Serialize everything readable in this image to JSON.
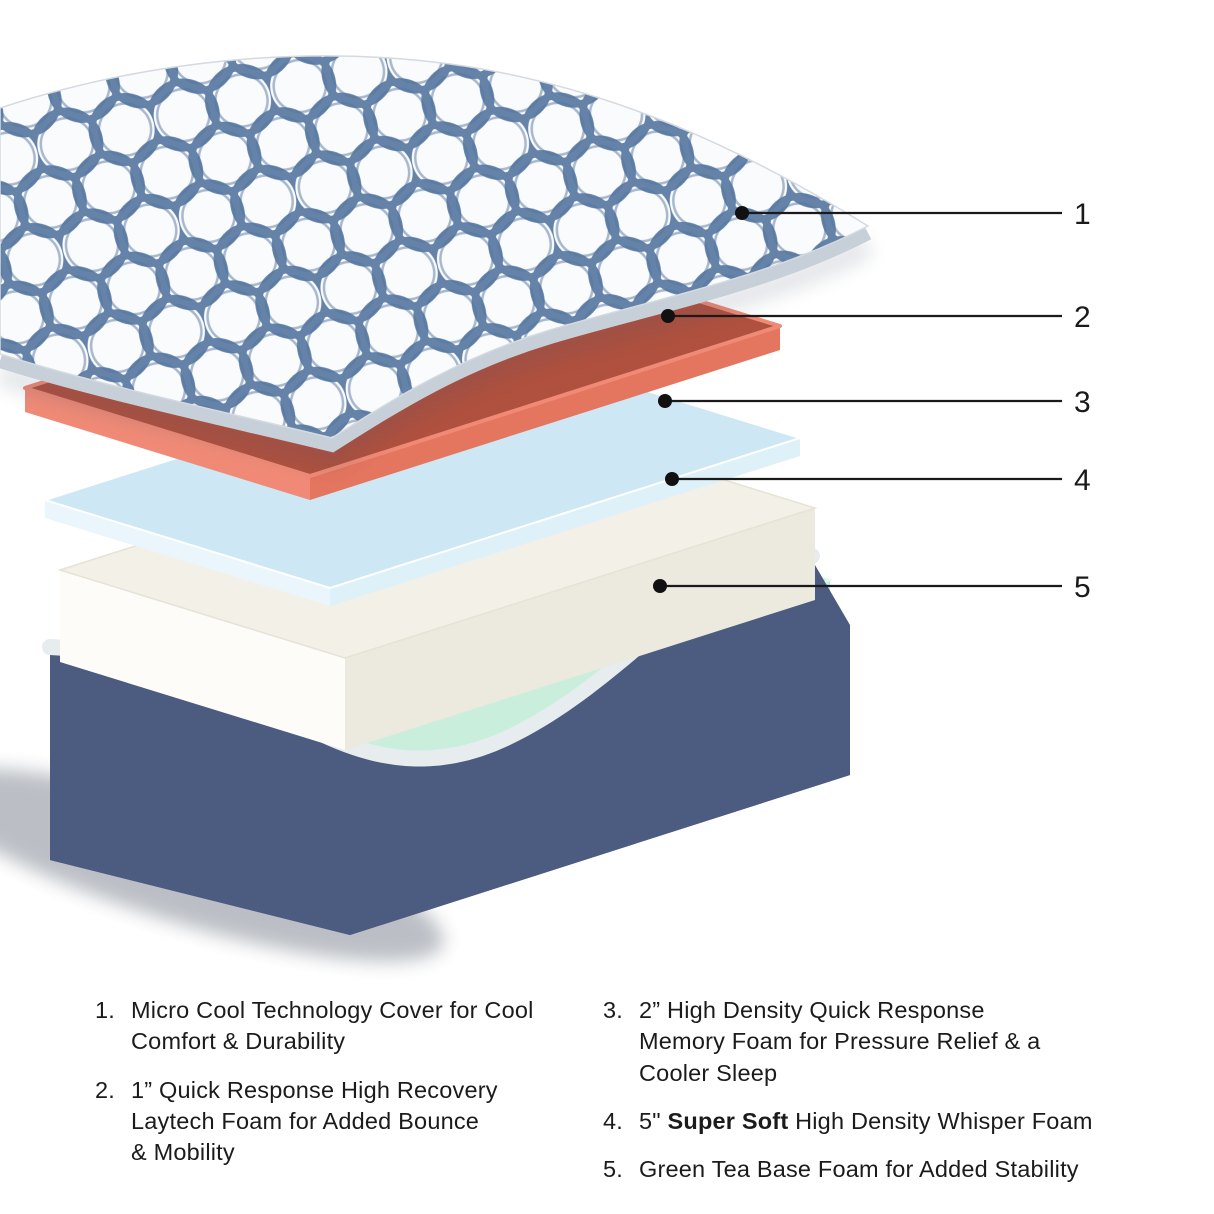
{
  "illustration": {
    "callouts": [
      {
        "number": "1"
      },
      {
        "number": "2"
      },
      {
        "number": "3"
      },
      {
        "number": "4"
      },
      {
        "number": "5"
      }
    ],
    "layers": {
      "cover": {
        "bg": "#fafbfc",
        "pattern_stroke": "#54759f",
        "edge": "#c7d0d8"
      },
      "layer2": {
        "top": "#b0503e",
        "side_left": "#f08a77",
        "side_right": "#e4755f",
        "rim": "#ee8a76"
      },
      "layer3": {
        "top": "#cde7f4",
        "side_left": "#eaf6fb",
        "side_right": "#def0f8"
      },
      "layer4": {
        "top": "#f3f0e8",
        "side_left": "#fdfcf9",
        "side_right": "#ece9de"
      },
      "layer5": {
        "top": "#b7e8cd",
        "side_left": "#d7f4e4",
        "side_right": "#c9efdc"
      },
      "base": {
        "top": "#5a6a8d",
        "body": "#3a4866",
        "front": "#4c5b80",
        "rim": "#e7ecef"
      }
    }
  },
  "legend": {
    "left": [
      {
        "num": "1.",
        "lines": [
          "Micro Cool Technology Cover for Cool",
          "Comfort & Durability"
        ]
      },
      {
        "num": "2.",
        "lines": [
          "1” Quick Response High Recovery",
          "Laytech Foam for Added Bounce",
          "& Mobility"
        ]
      }
    ],
    "right": [
      {
        "num": "3.",
        "lines": [
          "2” High Density Quick Response",
          "Memory Foam for Pressure Relief & a",
          "Cooler Sleep"
        ]
      },
      {
        "num": "4.",
        "prefix": "5\" ",
        "bold": "Super Soft",
        "suffix": " High Density Whisper Foam"
      },
      {
        "num": "5.",
        "lines": [
          "Green Tea Base Foam for Added Stability"
        ]
      }
    ]
  }
}
